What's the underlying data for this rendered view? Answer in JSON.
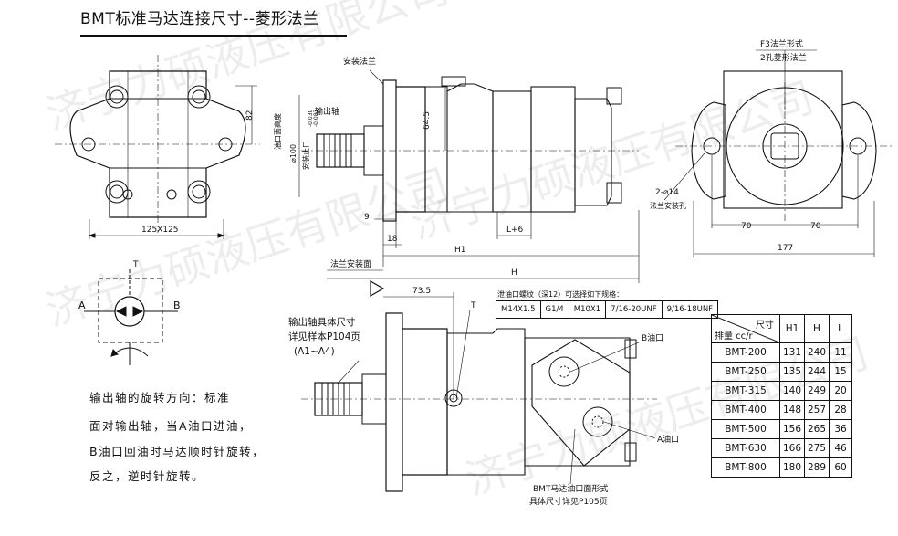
{
  "title": "BMT标准马达连接尺寸--菱形法兰",
  "watermark": "济宁力硕液压有限公司",
  "left_view": {
    "width_label": "125X125",
    "height_label": "82",
    "height_note": "油口面高度"
  },
  "side_view": {
    "flange_label": "安装法兰",
    "shaft_label": "输出轴",
    "dia_label": "⌀100",
    "dia_tol_upper": "-0.030",
    "dia_tol_lower": "-0.083",
    "dia_note": "安装止口",
    "dim_64": "64.5",
    "dim_9": "9",
    "dim_18": "18",
    "dim_L": "L+6",
    "dim_H1": "H1",
    "flange_face_label": "法兰安装面",
    "dim_H": "H"
  },
  "right_view": {
    "form_label": "F3法兰形式",
    "form_sub": "2孔菱形法兰",
    "hole_label": "2-⌀14",
    "hole_note": "法兰安装孔",
    "dim_70a": "70",
    "dim_70b": "70",
    "dim_177": "177"
  },
  "symbol": {
    "t_label": "T",
    "a_label": "A",
    "b_label": "B"
  },
  "lower_view": {
    "dim_735": "73.5",
    "t_label": "T",
    "shaft_note_1": "输出轴具体尺寸",
    "shaft_note_2": "详见样本P104页",
    "shaft_note_3": "(A1~A4)",
    "b_port": "B油口",
    "a_port": "A油口",
    "port_note_1": "BMT马达油口面形式",
    "port_note_2": "具体尺寸详见P105页",
    "thread_caption": "泄油口螺纹（深12）可选择如下规格：",
    "threads": [
      "M14X1.5",
      "G1/4",
      "M10X1",
      "7/16-20UNF",
      "9/16-18UNF"
    ]
  },
  "rotation_text": [
    "输出轴的旋转方向：标准",
    "面对输出轴，当A油口进油，",
    "B油口回油时马达顺时针旋转，",
    "反之，逆时针旋转。"
  ],
  "spec_table": {
    "header_top": "尺寸",
    "header_bottom": "排量 cc/r",
    "columns": [
      "H1",
      "H",
      "L"
    ],
    "rows": [
      {
        "model": "BMT-200",
        "H1": "131",
        "H": "240",
        "L": "11"
      },
      {
        "model": "BMT-250",
        "H1": "135",
        "H": "244",
        "L": "15"
      },
      {
        "model": "BMT-315",
        "H1": "140",
        "H": "249",
        "L": "20"
      },
      {
        "model": "BMT-400",
        "H1": "148",
        "H": "257",
        "L": "28"
      },
      {
        "model": "BMT-500",
        "H1": "156",
        "H": "265",
        "L": "36"
      },
      {
        "model": "BMT-630",
        "H1": "166",
        "H": "275",
        "L": "46"
      },
      {
        "model": "BMT-800",
        "H1": "180",
        "H": "289",
        "L": "60"
      }
    ]
  }
}
